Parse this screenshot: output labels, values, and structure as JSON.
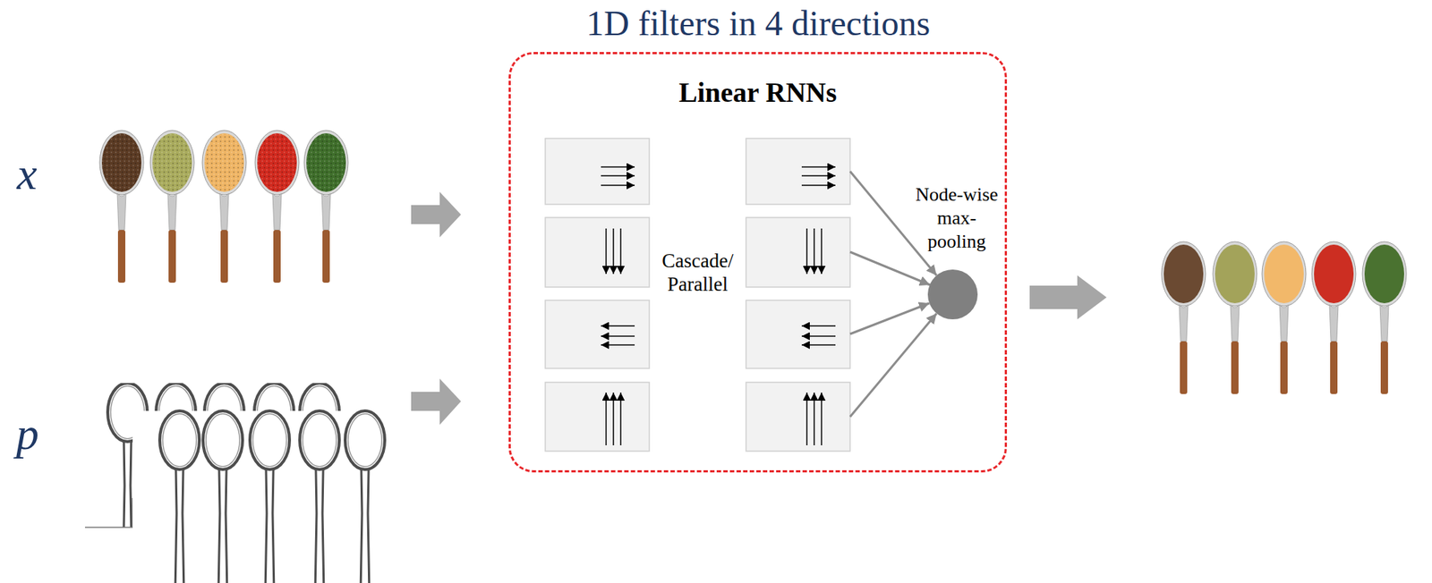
{
  "diagram": {
    "title": "1D filters in 4 directions",
    "nodes": [
      {
        "text": [
          "Linear RNNs"
        ]
      }
    ],
    "labels": [
      "x",
      "p",
      "Cascade/ Parallel",
      "Node-wise max- pooling"
    ]
  }
}
